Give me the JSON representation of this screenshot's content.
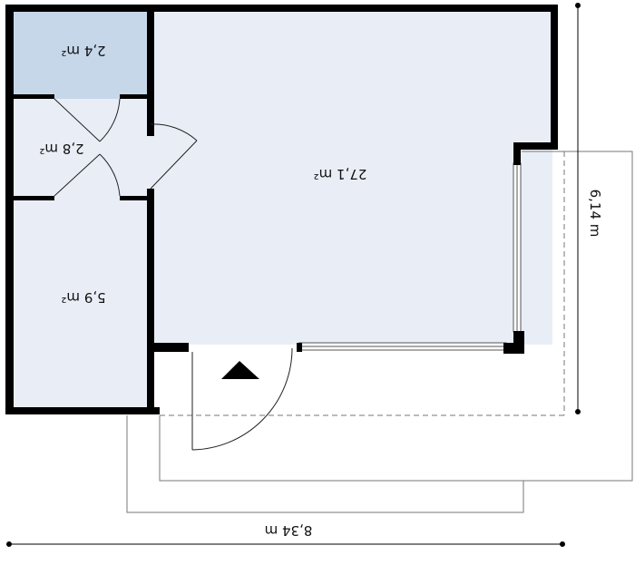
{
  "plan": {
    "colors": {
      "wall": "#000000",
      "room_fill": "#e9eef6",
      "small_room_fill": "#c6d7ea",
      "outline": "#777777"
    },
    "rooms": [
      {
        "id": "room-small",
        "label": "2,4 m²"
      },
      {
        "id": "room-hall",
        "label": "2,8 m²"
      },
      {
        "id": "room-left",
        "label": "5,9 m²"
      },
      {
        "id": "room-main",
        "label": "27,1 m²"
      }
    ],
    "dimensions": {
      "width": "8,34 m",
      "height": "6,14 m"
    },
    "icons": {
      "entrance": "entrance-arrow-icon"
    }
  }
}
